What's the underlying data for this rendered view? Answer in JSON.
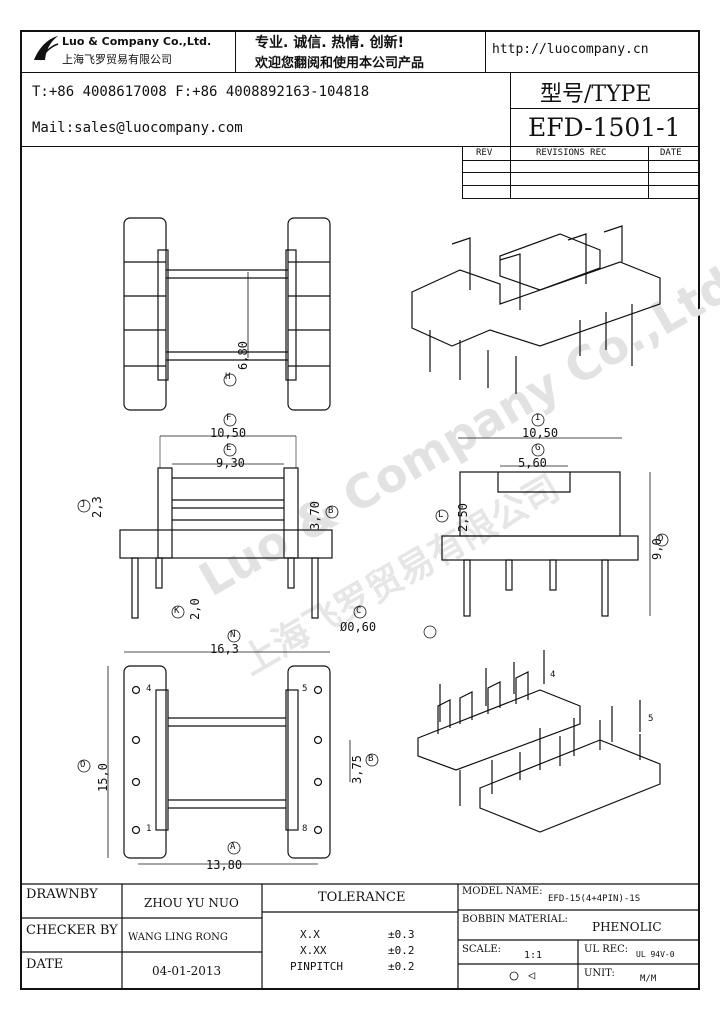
{
  "header": {
    "company_name_en": "Luo & Company Co.,Ltd.",
    "company_name_cn": "上海飞罗贸易有限公司",
    "slogan_line1": "专业. 诚信. 热情. 创新!",
    "slogan_line2": "欢迎您翻阅和使用本公司产品",
    "website": "http://luocompany.cn",
    "phone_fax": "T:+86 4008617008 F:+86 4008892163-104818",
    "email": "Mail:sales@luocompany.com",
    "type_label": "型号/TYPE",
    "model_number": "EFD-1501-1"
  },
  "revisions": {
    "col_rev": "REV",
    "col_revisions": "REVISIONS REC",
    "col_date": "DATE"
  },
  "watermark": {
    "line1": "Luo & Company Co.,Ltd.",
    "line2": "上海飞罗贸易有限公司"
  },
  "dimensions": {
    "h_6_80": "6,80",
    "f_10_50": "10,50",
    "e_9_30": "9,30",
    "j_2_3": "2,3",
    "b_3_70": "3,70",
    "k_2_0": "2,0",
    "c_0_60": "Ø0,60",
    "i_10_50": "10,50",
    "g_5_60": "5,60",
    "l_2_50": "2,50",
    "d_9_0": "9,0",
    "n_16_3": "16,3",
    "o_15_0": "15,0",
    "b_3_75": "3,75",
    "a_13_80": "13,80",
    "letter_h": "H",
    "letter_f": "F",
    "letter_e": "E",
    "letter_j": "J",
    "letter_b": "B",
    "letter_k": "K",
    "letter_c": "C",
    "letter_i": "I",
    "letter_g": "G",
    "letter_l": "L",
    "letter_d": "D",
    "letter_n": "N",
    "letter_o": "O",
    "letter_a": "A",
    "pin_4": "4",
    "pin_5": "5",
    "pin_1": "1",
    "pin_8": "8",
    "iso_pin_4": "4",
    "iso_pin_5": "5"
  },
  "title_block": {
    "drawn_by_label": "DRAWNBY",
    "drawn_by_value": "ZHOU YU NUO",
    "checker_label": "CHECKER BY",
    "checker_value": "WANG LING RONG",
    "date_label": "DATE",
    "date_value": "04-01-2013",
    "tolerance_label": "TOLERANCE",
    "tol_1_key": "X.X",
    "tol_1_val": "±0.3",
    "tol_2_key": "X.XX",
    "tol_2_val": "±0.2",
    "tol_3_key": "PINPITCH",
    "tol_3_val": "±0.2",
    "model_name_label": "MODEL NAME:",
    "model_name_value": "EFD-15(4+4PIN)-1S",
    "bobbin_material_label": "BOBBIN MATERIAL:",
    "bobbin_material_value": "PHENOLIC",
    "scale_label": "SCALE:",
    "scale_value": "1:1",
    "ul_rec_label": "UL REC:",
    "ul_rec_value": "UL 94V-0",
    "unit_label": "UNIT:",
    "unit_value": "M/M"
  }
}
